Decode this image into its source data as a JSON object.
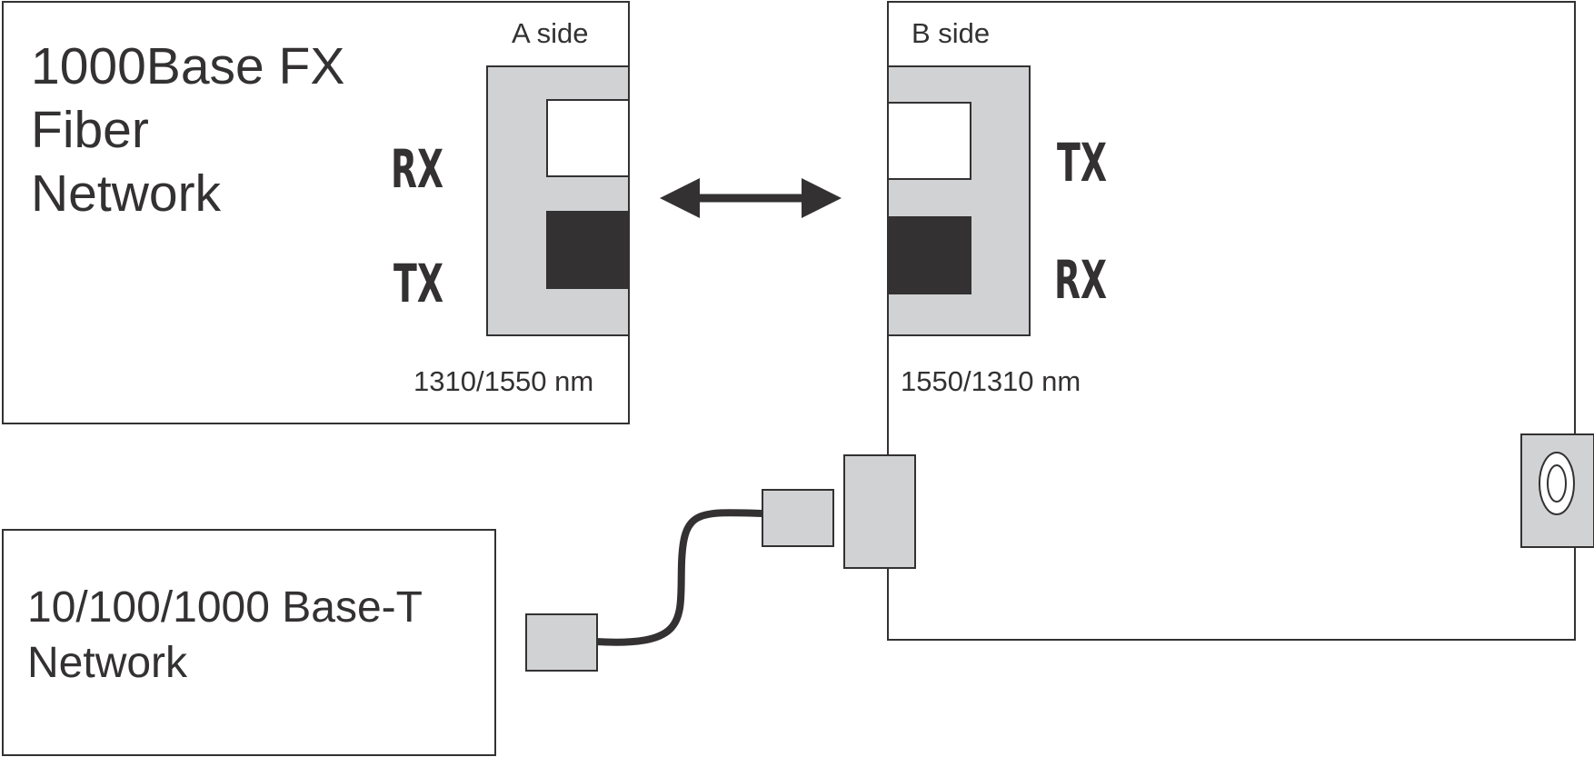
{
  "fiber_network": {
    "title_lines": [
      "1000Base FX",
      "Fiber",
      "Network"
    ]
  },
  "a_side": {
    "label": "A side",
    "rx_label": "RX",
    "tx_label": "TX",
    "wavelength": "1310/1550 nm"
  },
  "b_side": {
    "label": "B side",
    "tx_label": "TX",
    "rx_label": "RX",
    "wavelength": "1550/1310 nm"
  },
  "copper_network": {
    "title_lines": [
      "10/100/1000 Base-T",
      "Network"
    ]
  },
  "colors": {
    "stroke": "#333132",
    "port_fill": "#d1d2d4",
    "dark_fill": "#333132",
    "background": "#ffffff"
  }
}
